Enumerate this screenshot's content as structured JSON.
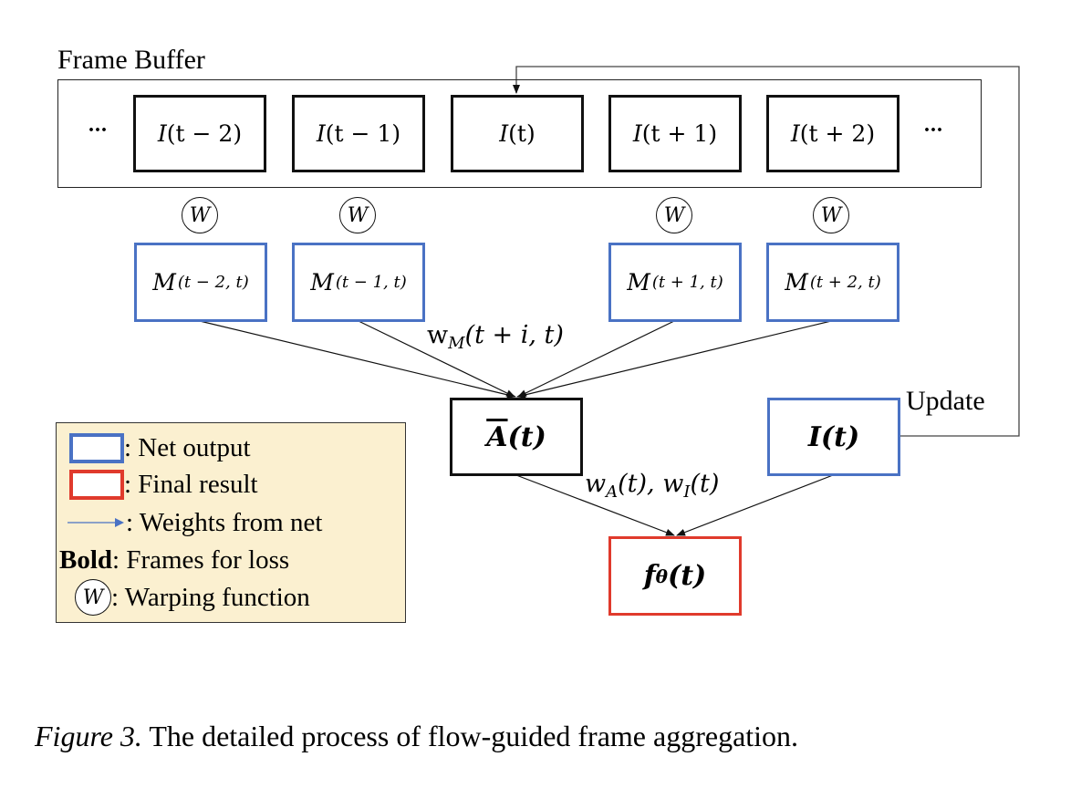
{
  "frame_buffer": {
    "title": "Frame Buffer",
    "ellipsis_left": "···",
    "ellipsis_right": "···",
    "frames": [
      {
        "fn": "I",
        "arg": "(t − 2)"
      },
      {
        "fn": "I",
        "arg": "(t − 1)"
      },
      {
        "fn": "I",
        "arg": "(t)"
      },
      {
        "fn": "I",
        "arg": "(t + 1)"
      },
      {
        "fn": "I",
        "arg": "(t + 2)"
      }
    ]
  },
  "warp_symbol": "W",
  "motion_boxes": [
    {
      "fn": "M",
      "arg": "(t − 2, t)"
    },
    {
      "fn": "M",
      "arg": "(t − 1, t)"
    },
    {
      "fn": "M",
      "arg": "(t + 1, t)"
    },
    {
      "fn": "M",
      "arg": "(t + 2, t)"
    }
  ],
  "labels": {
    "wm_main": "w",
    "wm_sub": "M",
    "wm_args": "(t + i, t)",
    "update": "Update",
    "wa_main": "w",
    "wa_sub": "A",
    "wa_mid": "(t), w",
    "wi_sub": "I",
    "wi_args": "(t)"
  },
  "aggregate_box": {
    "fn": "A",
    "arg": "(t)"
  },
  "current_box": {
    "fn": "I",
    "arg": "(t)"
  },
  "result_box": {
    "fn": "f",
    "sub": "θ",
    "arg": "(t)"
  },
  "legend": {
    "net_output": ": Net output",
    "final_result": ": Final result",
    "weights": ": Weights from net",
    "bold_word": "Bold",
    "bold_desc": ": Frames for loss",
    "warp_desc": " : Warping function"
  },
  "colors": {
    "net_output": "#4a72c4",
    "final_result": "#e03a2c",
    "legend_bg": "#fbf0d0"
  },
  "caption": {
    "figure": "Figure 3.",
    "text": " The detailed process of flow-guided frame aggregation."
  }
}
